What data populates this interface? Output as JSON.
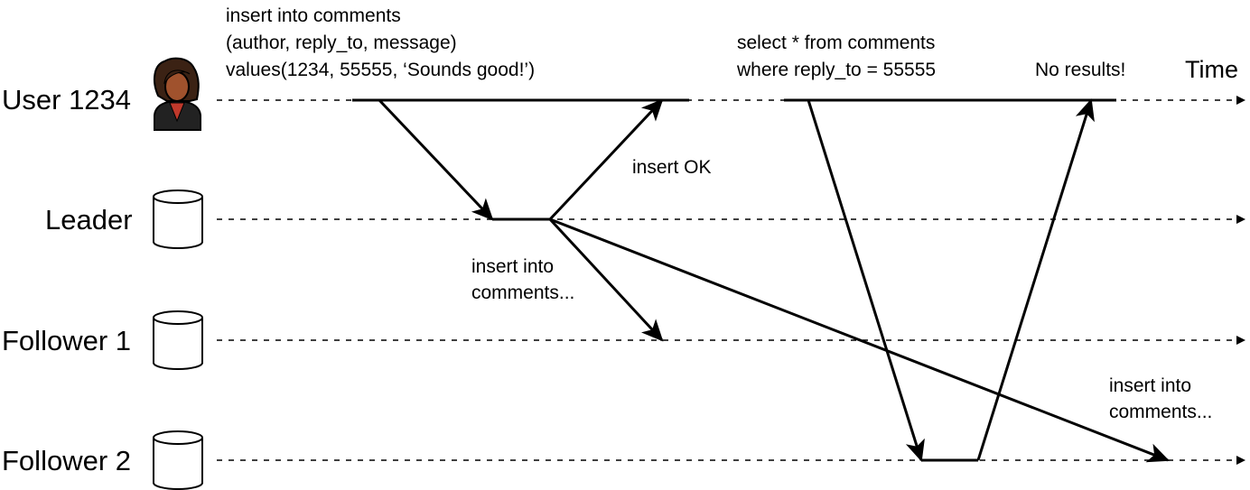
{
  "participants": {
    "user": "User 1234",
    "leader": "Leader",
    "follower1": "Follower 1",
    "follower2": "Follower 2"
  },
  "time_label": "Time",
  "annotations": {
    "insert_statement": [
      "insert into comments",
      "(author, reply_to, message)",
      "values(1234, 55555, ‘Sounds good!’)"
    ],
    "select_statement": [
      "select * from comments",
      "where reply_to = 55555"
    ],
    "no_results": "No results!",
    "insert_ok": "insert OK",
    "replicate_to_follower1": [
      "insert into",
      "comments..."
    ],
    "replicate_to_follower2": [
      "insert into",
      "comments..."
    ]
  },
  "icons": {
    "user": "user-avatar-icon",
    "database": "database-cylinder-icon"
  },
  "colors": {
    "line": "#000000",
    "avatar_skin": "#a0522d",
    "avatar_hair": "#3b2214",
    "avatar_suit": "#222222",
    "avatar_shirt": "#c0392b"
  }
}
